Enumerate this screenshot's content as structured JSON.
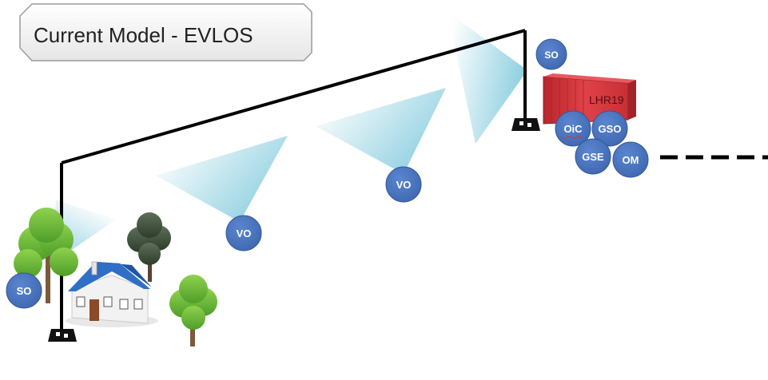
{
  "title": "Current Model - EVLOS",
  "container_label": "LHR19",
  "roles": {
    "so_top": "SO",
    "so_left": "SO",
    "vo_1": "VO",
    "vo_2": "VO",
    "oic": "OiC",
    "gso": "GSO",
    "gse": "GSE",
    "om": "OM"
  },
  "colors": {
    "role_circle": "#4a74bd",
    "role_circle_border": "#3a5f9e",
    "beam": "#7fc9dc",
    "wire": "#000000",
    "container": "#d8343a",
    "tree_green": "#6abf3a",
    "roof_blue": "#2f6fc6"
  },
  "icons": [
    "tree-icon",
    "house-icon",
    "base-station-icon",
    "shipping-container-icon"
  ]
}
